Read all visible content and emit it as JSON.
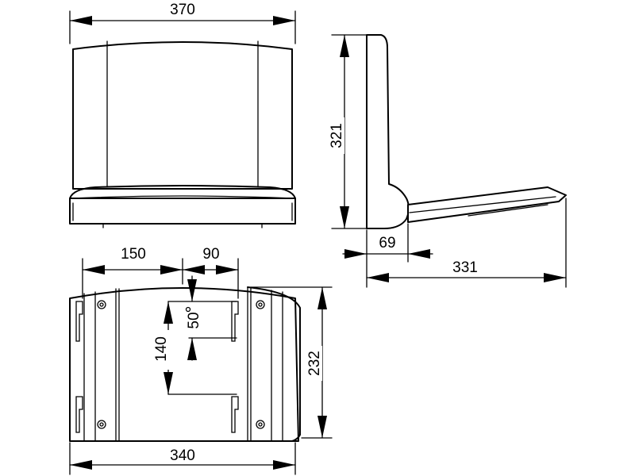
{
  "dimensions": {
    "overall_width": "370",
    "overall_height": "321",
    "backrest_offset": "69",
    "seat_depth": "331",
    "left_bracket_offset": "150",
    "bracket_spacing": "90",
    "hole_offset": "50",
    "hole_spacing": "140",
    "mount_height": "232",
    "mount_width": "340"
  }
}
